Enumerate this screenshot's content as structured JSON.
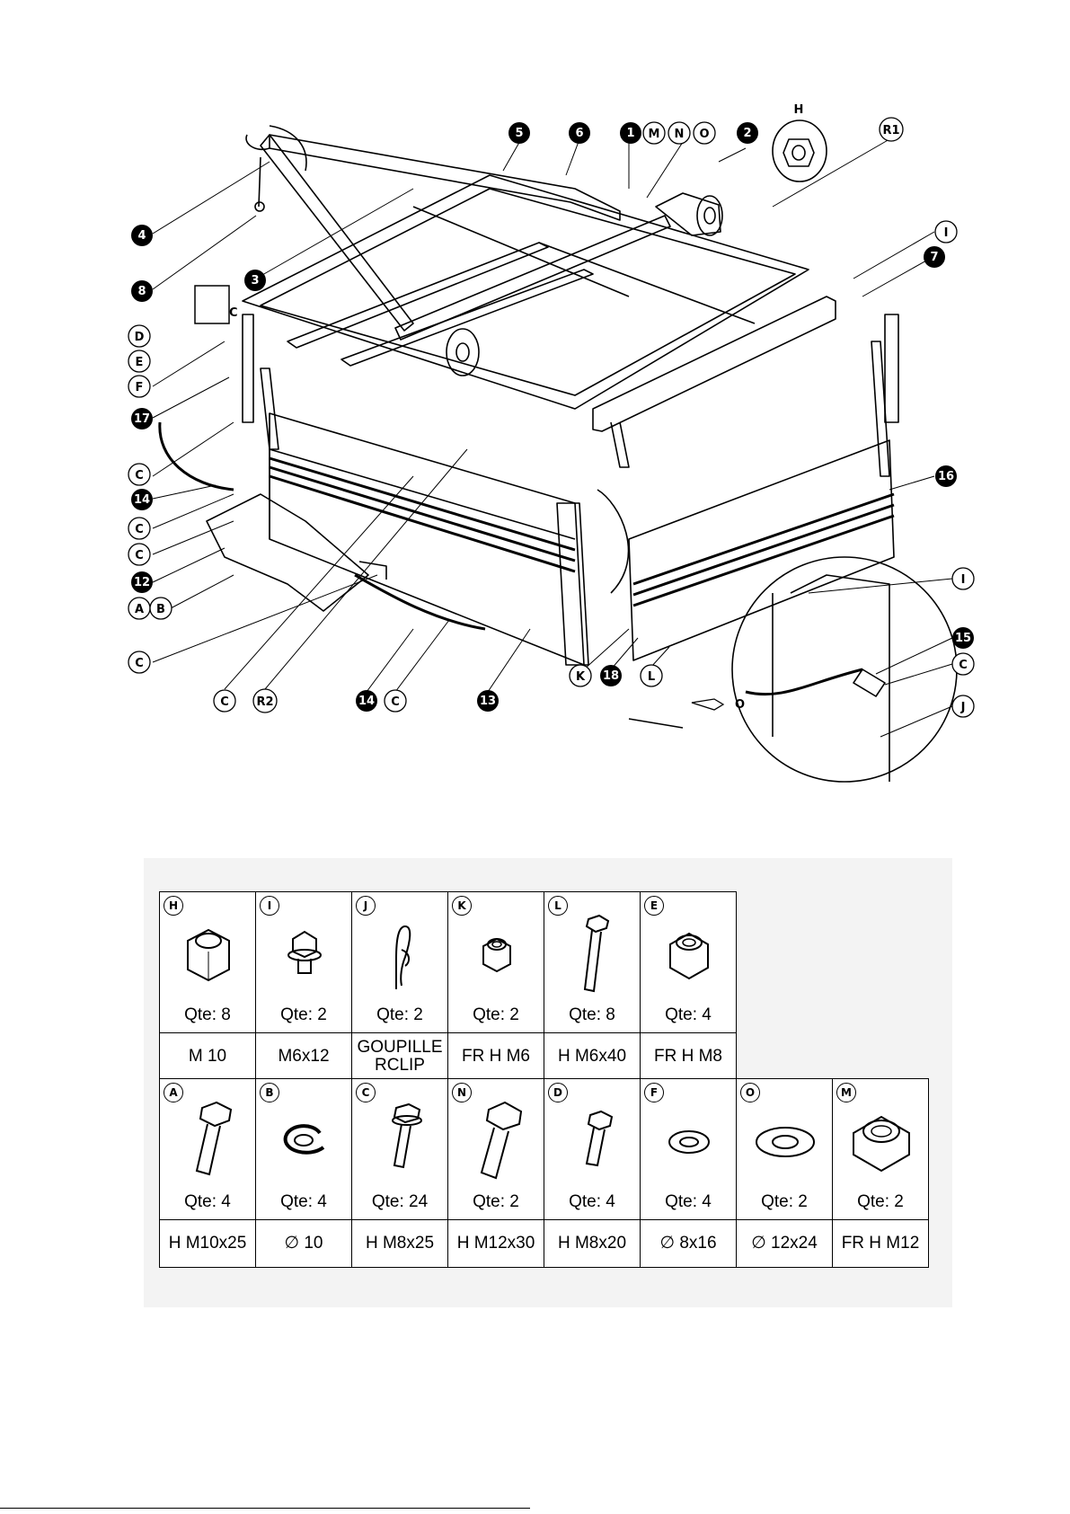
{
  "diagram": {
    "callouts": {
      "c1": "1",
      "M": "M",
      "N": "N",
      "O": "O",
      "c2": "2",
      "H": "H",
      "R1": "R1",
      "c5": "5",
      "c6": "6",
      "c4": "4",
      "c8": "8",
      "c3": "3",
      "I_top": "I",
      "c7": "7",
      "D": "D",
      "E": "E",
      "F": "F",
      "c17": "17",
      "C_a": "C",
      "c14_a": "14",
      "C_b": "C",
      "C_c": "C",
      "c12": "12",
      "A": "A",
      "B": "B",
      "C_d": "C",
      "C_e": "C",
      "R2": "R2",
      "c14_b": "14",
      "C_f": "C",
      "c13": "13",
      "K": "K",
      "c18": "18",
      "L": "L",
      "O_arrow": "O",
      "c16": "16",
      "I_detail": "I",
      "c15": "15",
      "C_detail": "C",
      "J": "J",
      "C_inset": "C"
    }
  },
  "hardware": {
    "row1": [
      {
        "letter": "H",
        "qty": "Qte:  8",
        "spec": "M  10",
        "icon": "hex-nut-icon"
      },
      {
        "letter": "I",
        "qty": "Qte:  2",
        "spec": "M6x12",
        "icon": "flange-bolt-icon"
      },
      {
        "letter": "J",
        "qty": "Qte:  2",
        "spec": "GOUPILLE RCLIP",
        "icon": "r-clip-icon"
      },
      {
        "letter": "K",
        "qty": "Qte:  2",
        "spec": "FR  H  M6",
        "icon": "lock-nut-icon"
      },
      {
        "letter": "L",
        "qty": "Qte:  8",
        "spec": "H  M6x40",
        "icon": "long-bolt-icon"
      },
      {
        "letter": "E",
        "qty": "Qte:  4",
        "spec": "FR  H  M8",
        "icon": "lock-nut-icon"
      }
    ],
    "row2": [
      {
        "letter": "A",
        "qty": "Qte:  4",
        "spec": "H  M10x25",
        "icon": "hex-bolt-icon"
      },
      {
        "letter": "B",
        "qty": "Qte:  4",
        "spec": "∅  10",
        "icon": "split-washer-icon"
      },
      {
        "letter": "C",
        "qty": "Qte:  24",
        "spec": "H  M8x25",
        "icon": "flange-bolt-icon"
      },
      {
        "letter": "N",
        "qty": "Qte:  2",
        "spec": "H  M12x30",
        "icon": "hex-bolt-icon"
      },
      {
        "letter": "D",
        "qty": "Qte:  4",
        "spec": "H  M8x20",
        "icon": "hex-bolt-icon"
      },
      {
        "letter": "F",
        "qty": "Qte:  4",
        "spec": "∅  8x16",
        "icon": "flat-washer-icon"
      },
      {
        "letter": "O",
        "qty": "Qte:  2",
        "spec": "∅  12x24",
        "icon": "flat-washer-icon"
      },
      {
        "letter": "M",
        "qty": "Qte:  2",
        "spec": "FR  H  M12",
        "icon": "lock-nut-icon"
      }
    ]
  }
}
